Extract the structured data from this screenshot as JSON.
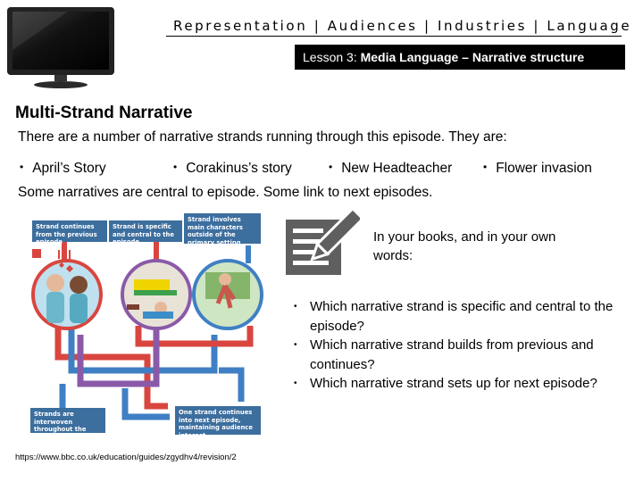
{
  "header": {
    "nav": "Representation | Audiences | Industries | Language",
    "lesson_prefix": "Lesson 3: ",
    "lesson_title": "Media Language – Narrative structure"
  },
  "section_title": "Multi-Strand Narrative",
  "intro": "There are a number of narrative strands running through this episode.  They are:",
  "strands": [
    "April’s Story",
    "Corakinus’s story",
    "New Headteacher",
    "Flower invasion"
  ],
  "central_note": "Some narratives are central to episode.  Some link to next episodes.",
  "diagram": {
    "label_previous": "Strand continues from the previous episode",
    "label_specific": "Strand is specific and central to the episode",
    "label_main": "Strand involves main characters outside of the primary setting",
    "label_interwoven": "Strands are interwoven throughout the episode",
    "label_next": "One strand continues into next episode, maintaining audience interest"
  },
  "books_prompt": "In your books, and in your own words:",
  "questions": [
    "Which narrative strand is specific and central to the episode?",
    "Which narrative strand builds from previous and continues?",
    "Which narrative strand sets up for next episode?"
  ],
  "source_url": "https://www.bbc.co.uk/education/guides/zgydhv4/revision/2",
  "icons": [
    "monitor-icon",
    "pencil-notepad-icon"
  ],
  "colors": {
    "lesson_bar": "#000000",
    "label_bg": "#3c6e9e",
    "strand_red": "#d9453f",
    "strand_blue": "#3f7fc4",
    "strand_purple": "#8a5aa8"
  }
}
